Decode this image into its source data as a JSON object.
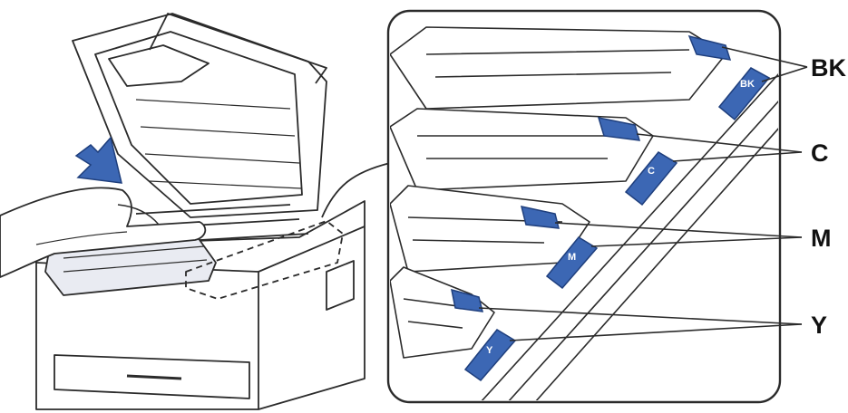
{
  "figure": {
    "labels": [
      {
        "key": "bk",
        "text": "BK"
      },
      {
        "key": "c",
        "text": "C"
      },
      {
        "key": "m",
        "text": "M"
      },
      {
        "key": "y",
        "text": "Y"
      }
    ],
    "tab_letters": {
      "bk": "BK",
      "c": "C",
      "m": "M",
      "y": "Y"
    },
    "colors": {
      "line": "#2b2b2b",
      "tab": "#3c67b4",
      "tab_dark": "#1f3f7d",
      "push_arrow": "#3c67b4",
      "hand": "#ffffff"
    },
    "icons": [
      "push-arrow-icon"
    ]
  }
}
